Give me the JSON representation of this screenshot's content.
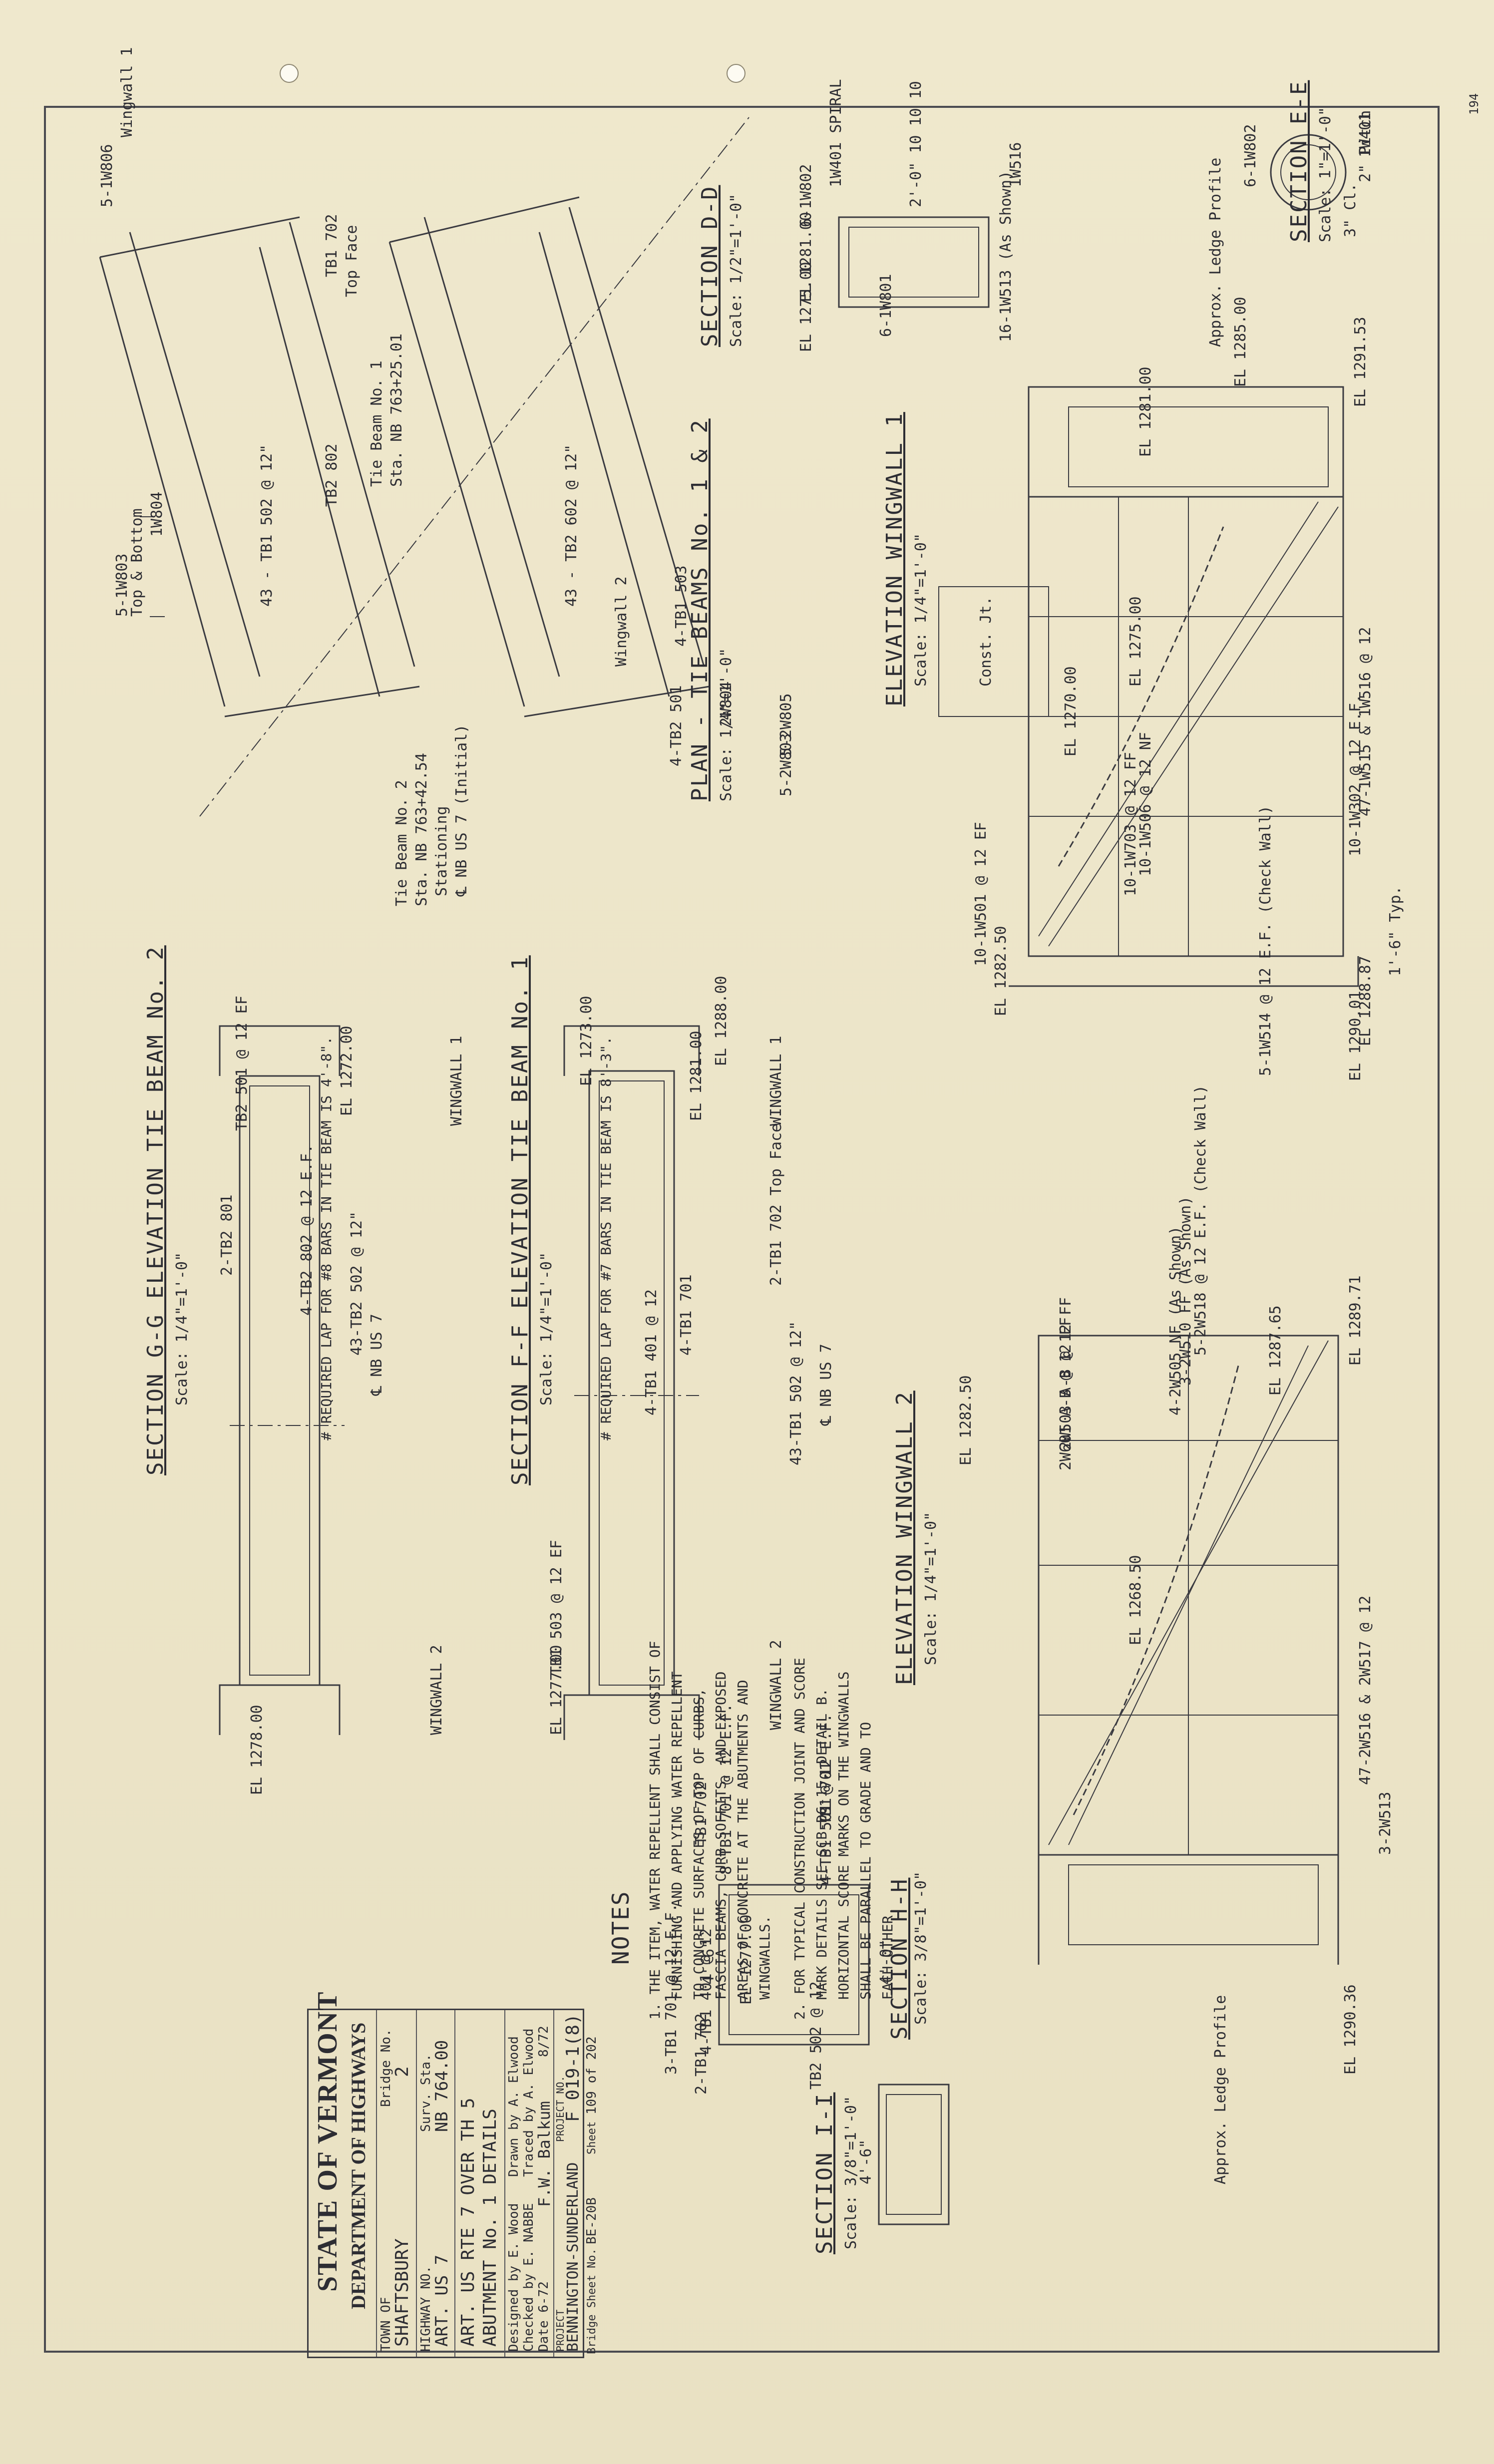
{
  "sheet_code": "194",
  "title_block": {
    "state": "STATE OF VERMONT",
    "department": "DEPARTMENT OF HIGHWAYS",
    "town_label": "TOWN OF",
    "town": "SHAFTSBURY",
    "bridge_no_label": "Bridge No.",
    "bridge_no": "2",
    "highway_label": "HIGHWAY NO.",
    "highway": "ART. US 7",
    "surv_sta_label": "Surv. Sta.",
    "surv_sta": "NB 764.00",
    "description_1": "ART. US RTE 7 OVER TH 5",
    "description_2": "ABUTMENT No. 1 DETAILS",
    "designed_by": "Designed by E. Wood",
    "drawn_by": "Drawn by A. Elwood",
    "checked_by": "Checked by E. NABBE",
    "traced_by": "Traced by A. Elwood",
    "date_left": "Date 6-72",
    "approved": "F.W. Balkum",
    "date_right": "8/72",
    "project_label": "PROJECT",
    "project": "BENNINGTON-SUNDERLAND",
    "project_no_label": "PROJECT NO.",
    "project_no": "F 019-1(8)",
    "bridge_sheet_label": "Bridge Sheet No.",
    "bridge_sheet": "BE-20B",
    "sheet_label": "Sheet",
    "sheet": "109 of 202"
  },
  "notes": {
    "heading": "NOTES",
    "note1": [
      "1. THE ITEM, WATER REPELLENT SHALL CONSIST OF",
      "FURNISHING AND APPLYING WATER REPELLENT",
      "TO CONCRETE SURFACES OF TOP OF CURBS,",
      "FASCIA BEAMS, CURB SOFFITS, AND EXPOSED",
      "AREAS OF CONCRETE AT THE ABUTMENTS AND",
      "WINGWALLS."
    ],
    "note2": [
      "2. FOR TYPICAL CONSTRUCTION JOINT AND SCORE",
      "MARK DETAILS SEE SCB-D6-15, DETAIL B.",
      "HORIZONTAL SCORE MARKS ON THE WINGWALLS",
      "SHALL BE PARALLEL TO GRADE AND TO",
      "EACH OTHER."
    ]
  },
  "lap_notes": {
    "bars7": "# REQUIRED LAP FOR #7 BARS IN TIE BEAM IS 8'-3\".",
    "bars8": "# REQUIRED LAP FOR #8 BARS IN TIE BEAM IS 4'-8\"."
  },
  "views": {
    "plan": {
      "title": "PLAN - TIE BEAMS No. 1 & 2",
      "scale": "Scale: 1/4\"=1'-0\""
    },
    "elev_ww1": {
      "title": "ELEVATION WINGWALL 1",
      "scale": "Scale: 1/4\"=1'-0\""
    },
    "elev_ww2": {
      "title": "ELEVATION WINGWALL 2",
      "scale": "Scale: 1/4\"=1'-0\""
    },
    "sec_ee": {
      "title": "SECTION E-E",
      "scale": "Scale: 1\"=1'-0\""
    },
    "sec_dd": {
      "title": "SECTION D-D",
      "scale": "Scale: 1/2\"=1'-0\""
    },
    "sec_ff": {
      "title": "SECTION F-F  ELEVATION TIE BEAM No. 1",
      "scale": "Scale: 1/4\"=1'-0\""
    },
    "sec_gg": {
      "title": "SECTION G-G  ELEVATION TIE BEAM No. 2",
      "scale": "Scale: 1/4\"=1'-0\""
    },
    "sec_hh": {
      "title": "SECTION H-H",
      "scale": "Scale: 3/8\"=1'-0\""
    },
    "sec_ii": {
      "title": "SECTION I-I",
      "scale": "Scale: 3/8\"=1'-0\""
    }
  },
  "plan_labels": {
    "tb1": "Tie Beam No. 1",
    "tb1_sta": "Sta. NB 763+25.01",
    "tb2": "Tie Beam No. 2",
    "tb2_sta": "Sta. NB 763+42.54",
    "stationing": "Stationing",
    "cl_us7": "℄ NB US 7 (Initial)",
    "tb1_bars": "43 - TB1 502 @ 12\"",
    "tb2_bars": "43 - TB2 602 @ 12\"",
    "tb1_702": "TB1 702",
    "tb2_802": "TB2 802",
    "top_face": "Top Face",
    "wingwall1": "Wingwall 1",
    "wingwall2": "Wingwall 2",
    "w1_803": "5-1W803",
    "w1_804": "1W804",
    "top_bottom": "Top & Bottom",
    "w1_806": "5-1W806",
    "tb2_501": "4-TB2 501",
    "tb1_503": "4-TB1 503",
    "w2_803": "5-2W803",
    "w2_804": "2W804",
    "w2_805": "5-2W805"
  },
  "ww1_labels": {
    "bars_top": "47-1W515 & 1W516 @ 12",
    "el_129153": "EL 1291.53",
    "el_128500": "EL 1285.00",
    "el_128100": "EL 1281.00",
    "el_127500": "EL 1275.00",
    "el_127000": "EL 1270.00",
    "el_128250": "EL 1282.50",
    "el_128887": "EL 1288.87",
    "el_129001": "EL 1290.01",
    "approx_ledge": "Approx. Ledge Profile",
    "const_jt": "Const. Jt.",
    "w302": "10-1W302 @ 12 E.F.",
    "w514": "5-1W514 @ 12 E.F. (Check Wall)",
    "w506": "10-1W506 @ 12 NF",
    "w703": "10-1W703 @ 12 FF",
    "w501": "10-1W501 @ 12 EF",
    "typ": "1'-6\" Typ."
  },
  "ww2_labels": {
    "bars_top": "47-2W516 & 2W517 @ 12",
    "el_128971": "EL 1289.71",
    "el_128765": "EL 1287.65",
    "el_128250": "EL 1282.50",
    "el_126850": "EL 1268.50",
    "el_129036": "EL 1290.36",
    "w518": "5-2W518 @ 12 E.F. (Check Wall)",
    "w510": "3-2W510 FF (As Shown)",
    "w505": "4-2W505 NF (As Shown)",
    "w503": "2W503 A-B @ 12 FF",
    "w601": "2W601 A-B @ 12 FF",
    "w513": "3-2W513",
    "approx_ledge": "Approx. Ledge Profile"
  },
  "ff_labels": {
    "wingwall1": "WINGWALL 1",
    "wingwall2": "WINGWALL 2",
    "el_128100": "EL 1281.00",
    "el_128800": "EL 1288.00",
    "el_127300": "EL 1273.00",
    "el_127700": "EL 1277.00",
    "tb1_702": "2-TB1 702 Top Face",
    "tb1_503": "TB1 503 @ 12 EF",
    "tb1_701": "4-TB1 701",
    "tb1_401": "4-TB1 401 @ 12",
    "cl_us7": "℄ NB US 7",
    "bars": "43-TB1 502 @ 12\""
  },
  "gg_labels": {
    "wingwall1": "WINGWALL 1",
    "wingwall2": "WINGWALL 2",
    "el_127200": "EL 1272.00",
    "el_127800": "EL 1278.00",
    "tb2_501": "TB2 501 @ 12 EF",
    "tb2_801": "2-TB2 801",
    "tb2_802": "4-TB2 802 @ 12 E.F.",
    "cl_us7": "℄ NB US 7",
    "bars": "43-TB2 502 @ 12\""
  },
  "hh_labels": {
    "tb1_701": "TB1 701",
    "tb1_501": "4-TB1 501 @ 12 E.F.",
    "tb1_701b": "8-TB1 701 @ 12 E.F.",
    "tb1_702": "TB1 702",
    "tb1_401": "4-TB1 401 @ 12",
    "dim_w": "4'-6\"",
    "dim_h": "4'-0\"",
    "el": "EL 1277.00"
  },
  "ii_labels": {
    "tb2_502": "TB2 502 @ 12",
    "tb2_702": "2-TB1 702",
    "tb1_701": "3-TB1 701 @ 12 E.F.",
    "dim_w": "4'-6\""
  },
  "ee_labels": {
    "w401": "1W401",
    "spiral": "2\" Pitch",
    "w802": "6-1W802",
    "cc": "3\" Cl."
  },
  "dd_labels": {
    "el_128100": "EL 1281.00",
    "el_127500": "EL 1275.00",
    "w401": "1W401 SPIRAL",
    "w802": "6-1W802",
    "w801": "6-1W801",
    "w513": "16-1W513 (As Shown)",
    "w516": "1W516",
    "dims": "2'-0\" 10 10 10"
  }
}
